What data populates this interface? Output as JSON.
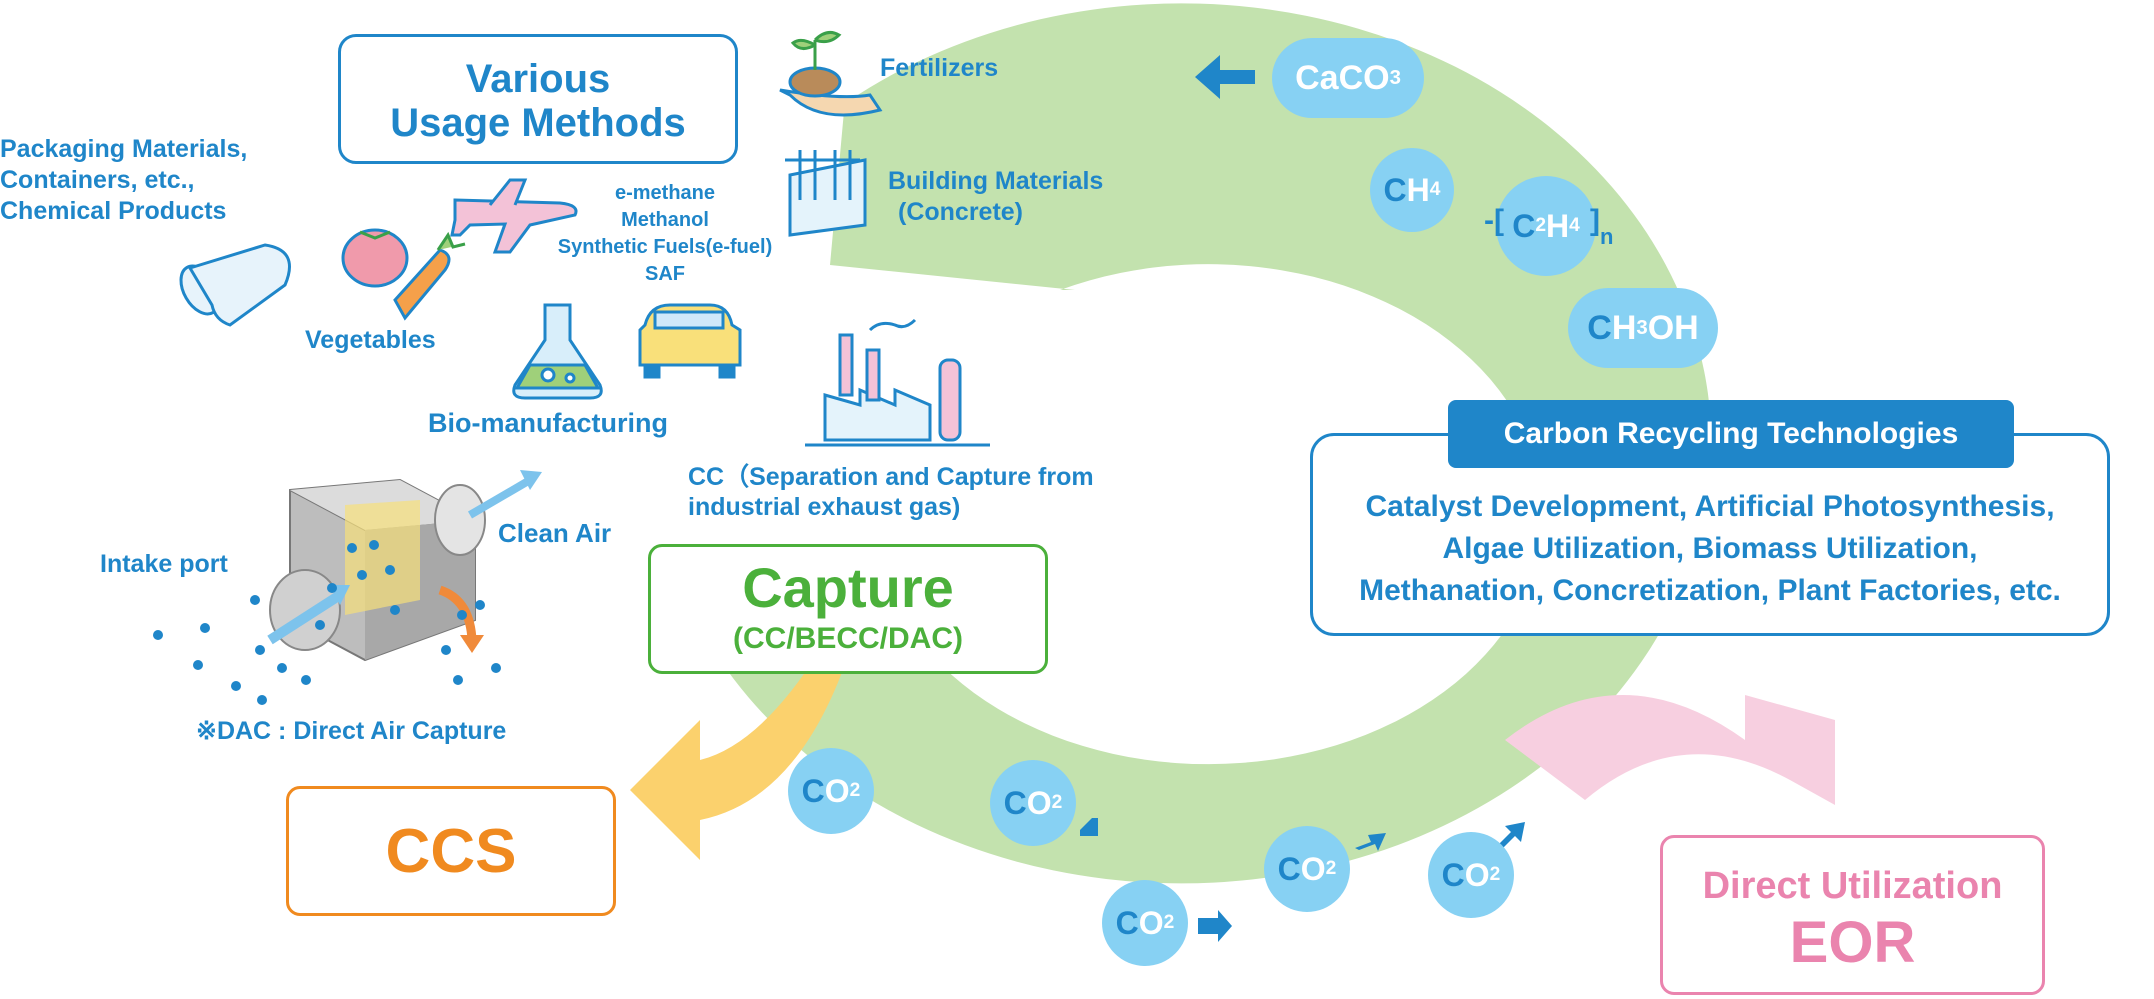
{
  "usage_title": [
    "Various",
    "Usage Methods"
  ],
  "usage_items": {
    "packaging": [
      "Packaging Materials,",
      "Containers, etc.,",
      "Chemical Products"
    ],
    "vegetables": "Vegetables",
    "fuels": [
      "e-methane",
      "Methanol",
      "Synthetic Fuels(e-fuel)",
      "SAF"
    ],
    "fertilizers": "Fertilizers",
    "building": [
      "Building Materials",
      "(Concrete)"
    ],
    "biomanufacturing": "Bio-manufacturing"
  },
  "cc_note": [
    "CC（Separation and Capture from",
    "industrial exhaust gas)"
  ],
  "dac": {
    "clean_air": "Clean Air",
    "intake_port": "Intake port",
    "footnote": "※DAC : Direct Air Capture"
  },
  "capture": {
    "title": "Capture",
    "subtitle": "(CC/BECC/DAC)"
  },
  "ccs_label": "CCS",
  "carbon_recycling": {
    "header": "Carbon Recycling Technologies",
    "lines": [
      "Catalyst Development, Artificial Photosynthesis,",
      "Algae Utilization, Biomass Utilization,",
      "Methanation, Concretization, Plant Factories, etc."
    ]
  },
  "direct_utilization": {
    "title": "Direct Utilization",
    "subtitle": "EOR"
  },
  "molecules": {
    "caco3": {
      "a": "Ca",
      "b": "CO",
      "sub": "3"
    },
    "ch4": {
      "a": "C",
      "b": "H",
      "sub": "4"
    },
    "c2h4": {
      "bl": "-[",
      "a": "C",
      "s1": "2",
      "b": "H",
      "s2": "4",
      "br": "]",
      "n": "n"
    },
    "ch3oh": {
      "a": "C",
      "b": "H",
      "sub": "3",
      "c": "OH"
    },
    "co2": {
      "a": "C",
      "b": "O",
      "sub": "2"
    }
  },
  "colors": {
    "blue": "#1f86c9",
    "cycle_green": "#c3e2ae",
    "bubble": "#87d1f3",
    "capture_green": "#4bb03b",
    "ccs_orange": "#f08a1f",
    "ccs_arrow": "#fbd16d",
    "eor_pink": "#ea84ae",
    "eor_arrow": "#f7cfe0"
  }
}
